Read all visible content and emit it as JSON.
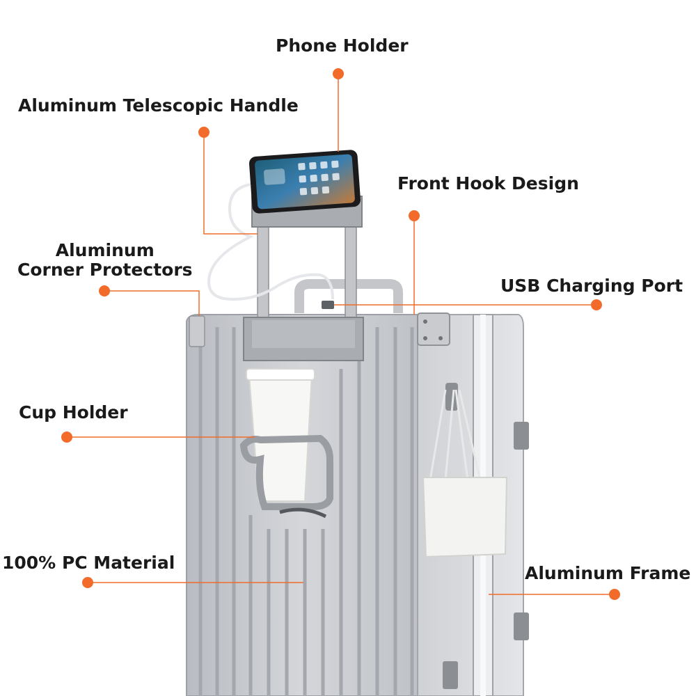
{
  "accent_color": "#f26b2a",
  "product": "suitcase",
  "callouts": [
    {
      "id": "phone-holder",
      "text": "Phone Holder"
    },
    {
      "id": "aluminum-telescopic-handle",
      "text": "Aluminum Telescopic Handle"
    },
    {
      "id": "front-hook-design",
      "text": "Front Hook Design"
    },
    {
      "id": "aluminum-corner-protectors",
      "lines": [
        "Aluminum",
        "Corner Protectors"
      ]
    },
    {
      "id": "usb-charging-port",
      "text": "USB Charging Port"
    },
    {
      "id": "cup-holder",
      "text": "Cup Holder"
    },
    {
      "id": "pc-material",
      "text": "100% PC Material"
    },
    {
      "id": "aluminum-frame",
      "text": "Aluminum Frame"
    }
  ]
}
